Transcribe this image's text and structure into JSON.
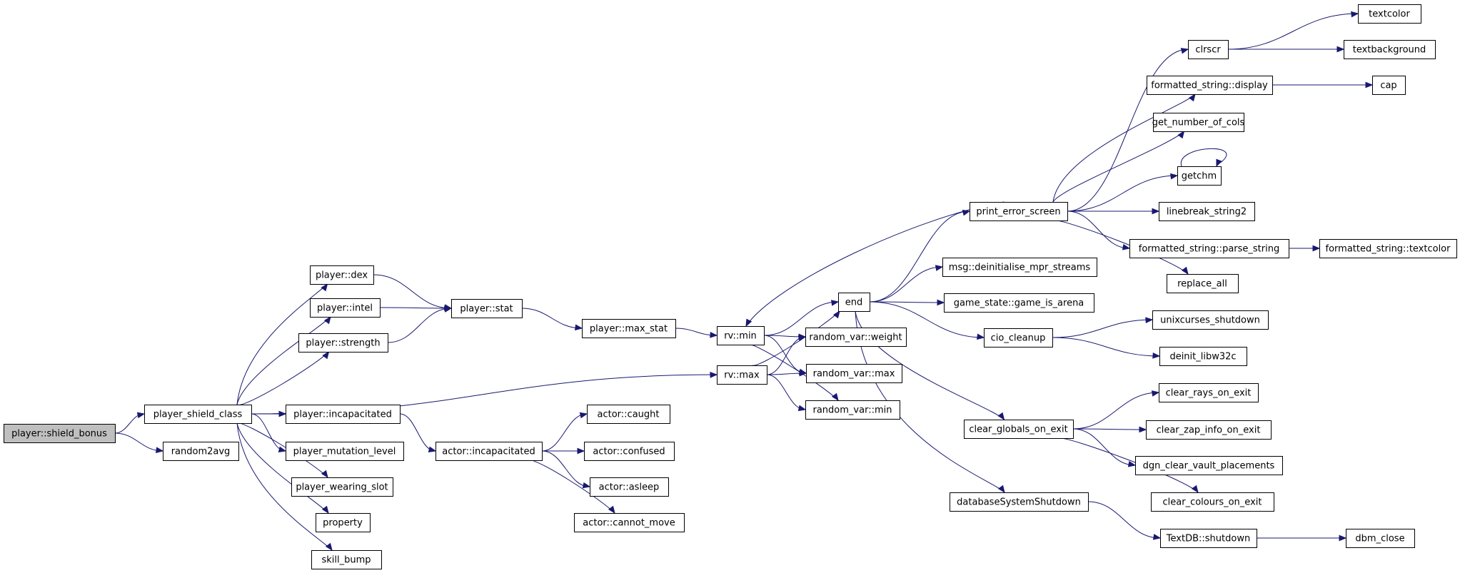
{
  "graph": {
    "title": "",
    "edge_color": "#191970",
    "root_fill": "#bfbfbf",
    "node_fill": "#ffffff",
    "nodes": [
      {
        "id": "shield_bonus",
        "label": "player::shield_bonus",
        "root": true
      },
      {
        "id": "shield_class",
        "label": "player_shield_class"
      },
      {
        "id": "random2avg",
        "label": "random2avg"
      },
      {
        "id": "dex",
        "label": "player::dex"
      },
      {
        "id": "intel",
        "label": "player::intel"
      },
      {
        "id": "strength",
        "label": "player::strength"
      },
      {
        "id": "incap_p",
        "label": "player::incapacitated"
      },
      {
        "id": "mutation",
        "label": "player_mutation_level"
      },
      {
        "id": "wearing",
        "label": "player_wearing_slot"
      },
      {
        "id": "property",
        "label": "property"
      },
      {
        "id": "skill_bump",
        "label": "skill_bump"
      },
      {
        "id": "stat",
        "label": "player::stat"
      },
      {
        "id": "max_stat",
        "label": "player::max_stat"
      },
      {
        "id": "incap_a",
        "label": "actor::incapacitated"
      },
      {
        "id": "caught",
        "label": "actor::caught"
      },
      {
        "id": "confused",
        "label": "actor::confused"
      },
      {
        "id": "asleep",
        "label": "actor::asleep"
      },
      {
        "id": "cannot_move",
        "label": "actor::cannot_move"
      },
      {
        "id": "rvmin",
        "label": "rv::min"
      },
      {
        "id": "rvmax",
        "label": "rv::max"
      },
      {
        "id": "weight",
        "label": "random_var::weight"
      },
      {
        "id": "rmax",
        "label": "random_var::max"
      },
      {
        "id": "rmin",
        "label": "random_var::min"
      },
      {
        "id": "end",
        "label": "end"
      },
      {
        "id": "print_err",
        "label": "print_error_screen"
      },
      {
        "id": "deinit_mpr",
        "label": "msg::deinitialise_mpr_streams"
      },
      {
        "id": "arena",
        "label": "game_state::game_is_arena"
      },
      {
        "id": "cio",
        "label": "cio_cleanup"
      },
      {
        "id": "clear_globals",
        "label": "clear_globals_on_exit"
      },
      {
        "id": "dbshutdown",
        "label": "databaseSystemShutdown"
      },
      {
        "id": "clrscr",
        "label": "clrscr"
      },
      {
        "id": "fs_display",
        "label": "formatted_string::display"
      },
      {
        "id": "num_cols",
        "label": "get_number_of_cols"
      },
      {
        "id": "getchm",
        "label": "getchm"
      },
      {
        "id": "linebreak",
        "label": "linebreak_string2"
      },
      {
        "id": "parse_string",
        "label": "formatted_string::parse_string"
      },
      {
        "id": "replace_all",
        "label": "replace_all"
      },
      {
        "id": "unix_shutdown",
        "label": "unixcurses_shutdown"
      },
      {
        "id": "deinit_w32",
        "label": "deinit_libw32c"
      },
      {
        "id": "clear_rays",
        "label": "clear_rays_on_exit"
      },
      {
        "id": "clear_zap",
        "label": "clear_zap_info_on_exit"
      },
      {
        "id": "dgn_vault",
        "label": "dgn_clear_vault_placements"
      },
      {
        "id": "clear_colours",
        "label": "clear_colours_on_exit"
      },
      {
        "id": "textdb",
        "label": "TextDB::shutdown"
      },
      {
        "id": "textcolor",
        "label": "textcolor"
      },
      {
        "id": "textbackground",
        "label": "textbackground"
      },
      {
        "id": "cap",
        "label": "cap"
      },
      {
        "id": "fs_textcolor",
        "label": "formatted_string::textcolor"
      },
      {
        "id": "dbm_close",
        "label": "dbm_close"
      }
    ],
    "edges": [
      [
        "shield_bonus",
        "shield_class"
      ],
      [
        "shield_bonus",
        "random2avg"
      ],
      [
        "shield_class",
        "dex"
      ],
      [
        "shield_class",
        "intel"
      ],
      [
        "shield_class",
        "strength"
      ],
      [
        "shield_class",
        "rvmax"
      ],
      [
        "shield_class",
        "incap_p"
      ],
      [
        "shield_class",
        "mutation"
      ],
      [
        "shield_class",
        "wearing"
      ],
      [
        "shield_class",
        "property"
      ],
      [
        "shield_class",
        "skill_bump"
      ],
      [
        "dex",
        "stat"
      ],
      [
        "intel",
        "stat"
      ],
      [
        "strength",
        "stat"
      ],
      [
        "stat",
        "max_stat"
      ],
      [
        "max_stat",
        "rvmin"
      ],
      [
        "incap_p",
        "incap_a"
      ],
      [
        "incap_a",
        "caught"
      ],
      [
        "incap_a",
        "confused"
      ],
      [
        "incap_a",
        "asleep"
      ],
      [
        "incap_a",
        "cannot_move"
      ],
      [
        "rvmin",
        "end"
      ],
      [
        "rvmin",
        "weight"
      ],
      [
        "rvmin",
        "rmax"
      ],
      [
        "rvmin",
        "rmin"
      ],
      [
        "rvmax",
        "end"
      ],
      [
        "rvmax",
        "weight"
      ],
      [
        "rvmax",
        "rmax"
      ],
      [
        "rvmax",
        "rmin"
      ],
      [
        "end",
        "print_err"
      ],
      [
        "end",
        "deinit_mpr"
      ],
      [
        "end",
        "arena"
      ],
      [
        "end",
        "cio"
      ],
      [
        "end",
        "clear_globals"
      ],
      [
        "end",
        "dbshutdown"
      ],
      [
        "print_err",
        "rvmin"
      ],
      [
        "print_err",
        "clrscr"
      ],
      [
        "print_err",
        "fs_display"
      ],
      [
        "print_err",
        "num_cols"
      ],
      [
        "print_err",
        "getchm"
      ],
      [
        "print_err",
        "linebreak"
      ],
      [
        "print_err",
        "parse_string"
      ],
      [
        "print_err",
        "replace_all"
      ],
      [
        "clrscr",
        "textcolor"
      ],
      [
        "clrscr",
        "textbackground"
      ],
      [
        "fs_display",
        "cap"
      ],
      [
        "getchm",
        "getchm"
      ],
      [
        "parse_string",
        "fs_textcolor"
      ],
      [
        "cio",
        "unix_shutdown"
      ],
      [
        "cio",
        "deinit_w32"
      ],
      [
        "clear_globals",
        "clear_rays"
      ],
      [
        "clear_globals",
        "clear_zap"
      ],
      [
        "clear_globals",
        "dgn_vault"
      ],
      [
        "clear_globals",
        "clear_colours"
      ],
      [
        "dbshutdown",
        "textdb"
      ],
      [
        "textdb",
        "dbm_close"
      ]
    ]
  }
}
